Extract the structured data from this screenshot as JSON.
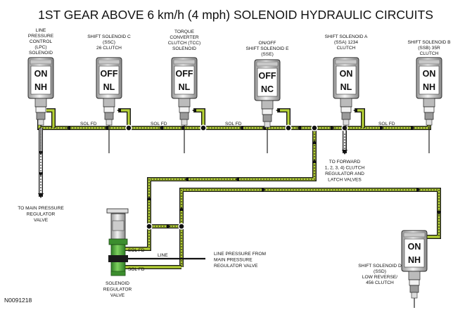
{
  "title": "1ST GEAR ABOVE 6 km/h (4 mph) SOLENOID HYDRAULIC CIRCUITS",
  "figure_id": "N0091218",
  "colors": {
    "fluid": "#b7d336",
    "regulator": "#4aa83a",
    "pipe_outline": "#1a1a1a",
    "line_pressure": "#111111"
  },
  "solenoids": [
    {
      "name_lines": [
        "LINE",
        "PRESSURE",
        "CONTROL",
        "(LPC)",
        "SOLENOID"
      ],
      "state1": "ON",
      "state2": "NH"
    },
    {
      "name_lines": [
        "SHIFT SOLENOID C",
        "(SSC)",
        "26 CLUTCH"
      ],
      "state1": "OFF",
      "state2": "NL"
    },
    {
      "name_lines": [
        "TORQUE",
        "CONVERTER",
        "CLUTCH (TCC)",
        "SOLENOID"
      ],
      "state1": "OFF",
      "state2": "NL"
    },
    {
      "name_lines": [
        "ON/OFF",
        "SHIFT SOLENOID E",
        "(SSE)"
      ],
      "state1": "OFF",
      "state2": "NC"
    },
    {
      "name_lines": [
        "SHIFT SOLENOID A",
        "(SSA) 1234",
        "CLUTCH"
      ],
      "state1": "ON",
      "state2": "NL"
    },
    {
      "name_lines": [
        "SHIFT SOLENOID B",
        "(SSB) 35R",
        "CLUTCH"
      ],
      "state1": "ON",
      "state2": "NH"
    },
    {
      "name_lines": [
        "SHIFT SOLENOID D",
        "(SSD)",
        "LOW REVERSE/",
        "456 CLUTCH"
      ],
      "state1": "ON",
      "state2": "NH"
    }
  ],
  "pipe_labels": {
    "sol_fd": "SOL FD",
    "line": "LINE"
  },
  "notes": {
    "to_main_pressure": [
      "TO MAIN PRESSURE",
      "REGULATOR",
      "VALVE"
    ],
    "to_forward": [
      "TO FORWARD",
      "1, 2, 3, 4) CLUTCH",
      "REGULATOR AND",
      "LATCH VALVES"
    ],
    "line_pressure_from": [
      "LINE PRESSURE FROM",
      "MAIN PRESSURE",
      "REGULATOR VALVE"
    ],
    "solenoid_regulator": [
      "SOLENOID",
      "REGULATOR",
      "VALVE"
    ]
  }
}
